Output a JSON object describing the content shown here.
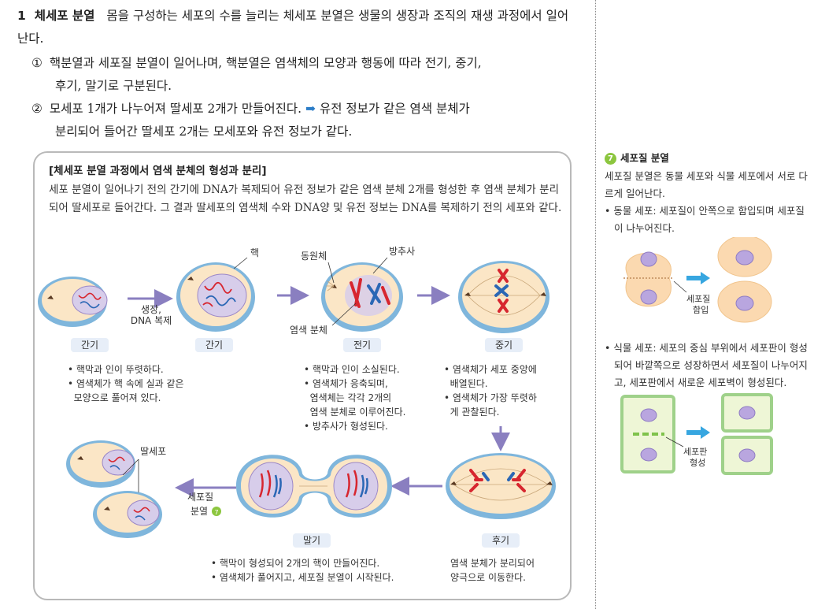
{
  "heading": {
    "number": "1",
    "title": "체세포 분열",
    "text": "몸을 구성하는 세포의 수를 늘리는 체세포 분열은 생물의 생장과 조직의 재생 과정에서 일어난다."
  },
  "points": [
    {
      "marker": "①",
      "line1": "핵분열과 세포질 분열이 일어나며, 핵분열은 염색체의 모양과 행동에 따라 전기, 중기,",
      "line2": "후기, 말기로 구분된다."
    },
    {
      "marker": "②",
      "line1a": "모세포 1개가 나누어져 딸세포 2개가 만들어진다.",
      "arrow": "➡",
      "line1b": "유전 정보가 같은 염색 분체가",
      "line2": "분리되어 들어간 딸세포 2개는 모세포와 유전 정보가 같다."
    }
  ],
  "box": {
    "title": "[체세포 분열 과정에서 염색 분체의 형성과 분리]",
    "description": "세포 분열이 일어나기 전의 간기에 DNA가 복제되어 유전 정보가 같은 염색 분체 2개를 형성한 후 염색 분체가 분리되어 딸세포로 들어간다. 그 결과 딸세포의 염색체 수와 DNA양 및 유전 정보는 DNA를 복제하기 전의 세포와 같다."
  },
  "diagram": {
    "labels": {
      "nucleus": "핵",
      "centrosome": "동원체",
      "spindle": "방추사",
      "chromatid": "염색 분체",
      "growth1": "생장,",
      "growth2": "DNA 복제",
      "daughter": "딸세포",
      "cytokinesis1": "세포질",
      "cytokinesis2": "분열",
      "cytokinesis_badge": "7"
    },
    "stages": {
      "interphase_a": "간기",
      "interphase_b": "간기",
      "prophase": "전기",
      "metaphase": "중기",
      "anaphase": "후기",
      "telophase": "말기"
    },
    "notes": {
      "interphase": [
        "• 핵막과 인이 뚜렷하다.",
        "• 염색체가 핵 속에 실과 같은",
        "  모양으로 풀어져 있다."
      ],
      "prophase": [
        "• 핵막과 인이 소실된다.",
        "• 염색체가 응축되며,",
        "  염색체는 각각 2개의",
        "  염색 분체로 이루어진다.",
        "• 방추사가 형성된다."
      ],
      "metaphase": [
        "• 염색체가 세포 중앙에",
        "  배열된다.",
        "• 염색체가 가장 뚜렷하",
        "  게 관찰된다."
      ],
      "telophase": [
        "• 핵막이 형성되어 2개의 핵이 만들어진다.",
        "• 염색체가 풀어지고, 세포질 분열이 시작된다."
      ],
      "anaphase": [
        "염색 분체가 분리되어",
        "양극으로 이동한다."
      ]
    }
  },
  "sidebar": {
    "badge": "7",
    "title": "세포질 분열",
    "intro": "세포질 분열은 동물 세포와 식물 세포에서 서로 다르게 일어난다.",
    "animal": "• 동물 세포: 세포질이 안쪽으로 함입되며 세포질이 나누어진다.",
    "animal_label1": "세포질",
    "animal_label2": "함입",
    "plant": "• 식물 세포: 세포의 중심 부위에서 세포판이 형성되어 바깥쪽으로 성장하면서 세포질이 나누어지고, 세포판에서 새로운 세포벽이 형성된다.",
    "plant_label1": "세포판",
    "plant_label2": "형성"
  },
  "colors": {
    "cell_fill": "#fbe6c6",
    "cell_wall": "#7fb6dc",
    "nucleus": "#d7cdea",
    "chrom_red": "#d7262f",
    "chrom_blue": "#2b67b5",
    "arrow": "#8a7fc0",
    "accent_blue": "#37a6e0",
    "plant_wall": "#9fd18a",
    "badge": "#8cc63f"
  }
}
